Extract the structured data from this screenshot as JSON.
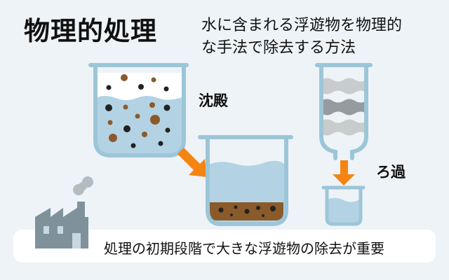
{
  "title": "物理的処理",
  "subtitle_lines": [
    "水に含まれる浮遊物を物理的",
    "な手法で除去する方法"
  ],
  "labels": {
    "sedimentation": "沈殿",
    "filtration": "ろ過"
  },
  "banner": "処理の初期段階で大きな浮遊物の除去が重要",
  "colors": {
    "water": "#b3d3e4",
    "glass": "#9cc6d8",
    "arrow": "#f58412",
    "sediment": "#8b5a2b",
    "factory": "#7f929c"
  }
}
